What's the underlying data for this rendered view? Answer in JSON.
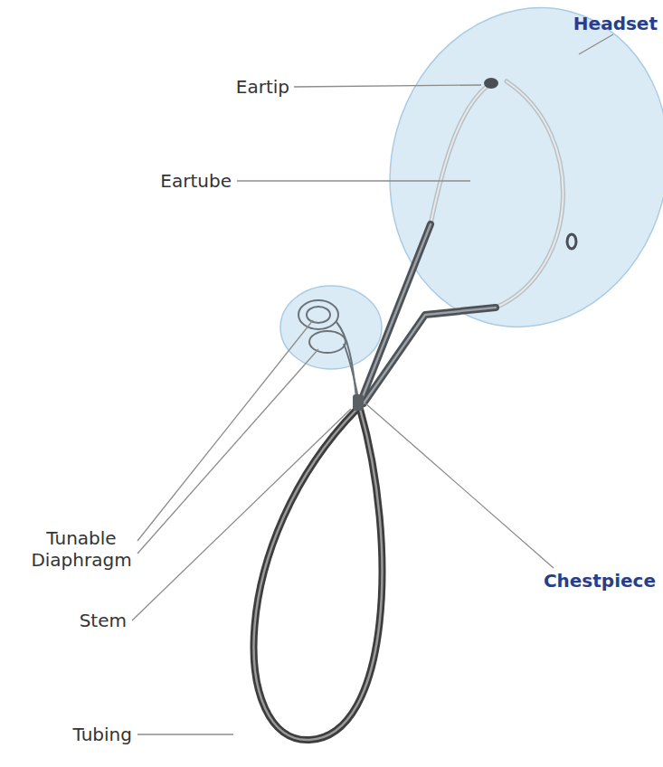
{
  "diagram": {
    "labels": [
      "Headset",
      "Eartip",
      "Eartube",
      "Tunable Diaphragm",
      "Stem",
      "Chestpiece",
      "Tubing"
    ]
  }
}
